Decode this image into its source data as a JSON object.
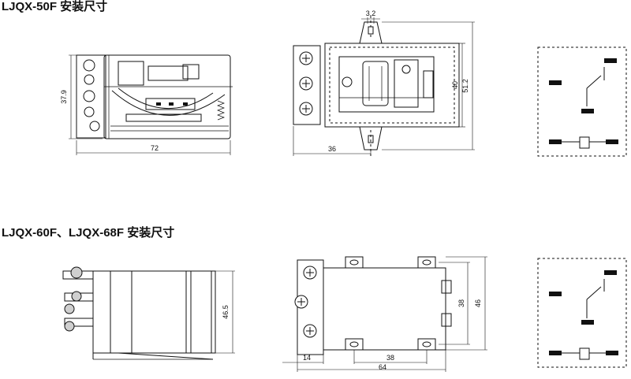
{
  "sections": [
    {
      "title": "LJQX-50F 安装尺寸",
      "dimensions": {
        "side_height": "37.9",
        "side_length": "72",
        "hole_dia": "3.2",
        "body_height": "40",
        "overall_height": "51.2",
        "terminal_offset": "36"
      }
    },
    {
      "title": "LJQX-60F、LJQX-68F 安装尺寸",
      "dimensions": {
        "side_height": "46.5",
        "hole_spacing_v": "38",
        "overall_height": "46",
        "terminal_width": "14",
        "hole_spacing_h": "38",
        "overall_length": "64"
      }
    }
  ]
}
